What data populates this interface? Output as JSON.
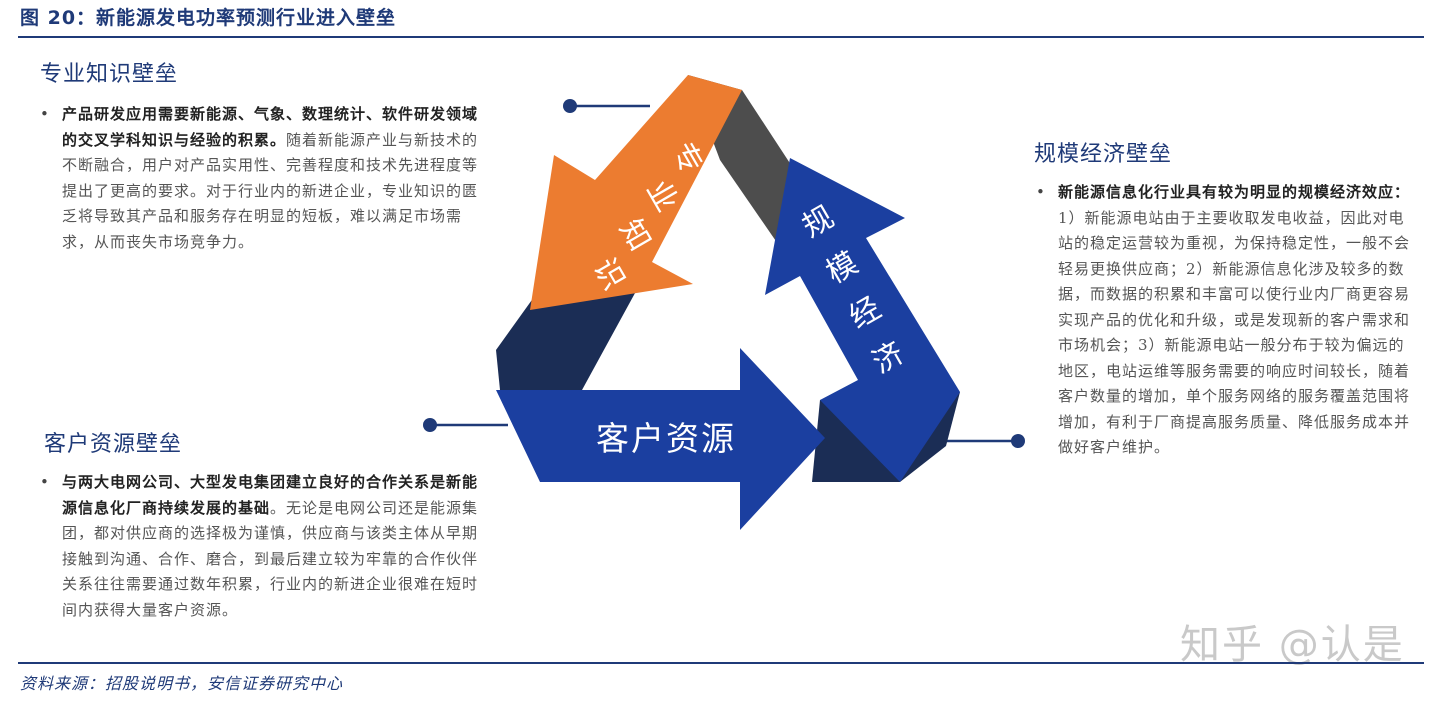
{
  "figure_title": "图 20：新能源发电功率预测行业进入壁垒",
  "sections": {
    "expertise": {
      "heading": "专业知识壁垒",
      "bold_text": "产品研发应用需要新能源、气象、数理统计、软件研发领域的交叉学科知识与经验的积累。",
      "text": "随着新能源产业与新技术的不断融合，用户对产品实用性、完善程度和技术先进程度等提出了更高的要求。对于行业内的新进企业，专业知识的匮乏将导致其产品和服务存在明显的短板，难以满足市场需求，从而丧失市场竞争力。"
    },
    "customer": {
      "heading": "客户资源壁垒",
      "bold_text": "与两大电网公司、大型发电集团建立良好的合作关系是新能源信息化厂商持续发展的基础",
      "text": "。无论是电网公司还是能源集团，都对供应商的选择极为谨慎，供应商与该类主体从早期接触到沟通、合作、磨合，到最后建立较为牢靠的合作伙伴关系往往需要通过数年积累，行业内的新进企业很难在短时间内获得大量客户资源。"
    },
    "scale": {
      "heading": "规模经济壁垒",
      "bold_text": "新能源信息化行业具有较为明显的规模经济效应：",
      "text": "1）新能源电站由于主要收取发电收益，因此对电站的稳定运营较为重视，为保持稳定性，一般不会轻易更换供应商；2）新能源信息化涉及较多的数据，而数据的积累和丰富可以使行业内厂商更容易实现产品的优化和升级，或是发现新的客户需求和市场机会；3）新能源电站一般分布于较为偏远的地区，电站运维等服务需要的响应时间较长，随着客户数量的增加，单个服务网络的服务覆盖范围将增加，有利于厂商提高服务质量、降低服务成本并做好客户维护。"
    }
  },
  "diagram": {
    "arrow_expertise_label": [
      "专",
      "业",
      "知",
      "识"
    ],
    "arrow_scale_label": [
      "规",
      "模",
      "经",
      "济"
    ],
    "arrow_customer_label": "客户资源",
    "colors": {
      "orange": "#ec7c30",
      "blue": "#1b3fa0",
      "dark_navy": "#1b2d55",
      "dark_gray": "#4d4d4d",
      "line_navy": "#1f3a78"
    }
  },
  "source": "资料来源：招股说明书，安信证券研究中心",
  "watermark": "知乎 @认是"
}
